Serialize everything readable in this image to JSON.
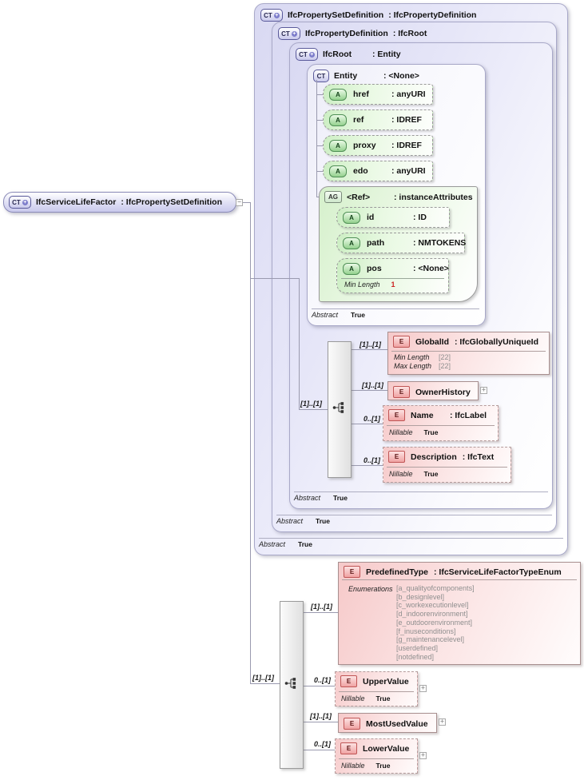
{
  "colors": {
    "lavender_fill": "#dcdcf2",
    "green_fill": "#cceec3",
    "pink_fill": "#f6c9c9",
    "connector_line": "#9a9aaf",
    "enum_text": "#8f8f8f",
    "facet_red_value": "#cc2222"
  },
  "icons": {
    "ct": "CT",
    "ct_plus": "+",
    "attribute": "A",
    "attribute_group": "AG",
    "element": "E",
    "expand": "+",
    "collapse": "−",
    "sequence_icon": "sequence"
  },
  "labels": {
    "abstract": "Abstract",
    "nillable": "Nillable",
    "enumerations": "Enumerations"
  },
  "root_box": {
    "name": "IfcServiceLifeFactor",
    "type": ": IfcPropertySetDefinition"
  },
  "ct_boxes": [
    {
      "name": "IfcPropertySetDefinition",
      "type": ": IfcPropertyDefinition",
      "abstract": "True"
    },
    {
      "name": "IfcPropertyDefinition",
      "type": ": IfcRoot",
      "abstract": "True"
    },
    {
      "name": "IfcRoot",
      "type": ": Entity",
      "abstract": "True"
    },
    {
      "name": "Entity",
      "type": ": <None>",
      "abstract": "True"
    }
  ],
  "entity_attributes": [
    {
      "name": "href",
      "type": ": anyURI"
    },
    {
      "name": "ref",
      "type": ": IDREF"
    },
    {
      "name": "proxy",
      "type": ": IDREF"
    },
    {
      "name": "edo",
      "type": ": anyURI"
    }
  ],
  "ref_group": {
    "name": "<Ref>",
    "type": ": instanceAttributes",
    "attributes": [
      {
        "name": "id",
        "type": ": ID"
      },
      {
        "name": "path",
        "type": ": NMTOKENS"
      },
      {
        "name": "pos",
        "type": ": <None>",
        "facet_label": "Min Length",
        "facet_value": "1"
      }
    ]
  },
  "root_sequence": {
    "cardinality": "[1]..[1]",
    "children": [
      {
        "name": "GlobalId",
        "type": ": IfcGloballyUniqueId",
        "cardinality": "[1]..[1]",
        "facets": [
          {
            "label": "Min Length",
            "value": "[22]"
          },
          {
            "label": "Max Length",
            "value": "[22]"
          }
        ]
      },
      {
        "name": "OwnerHistory",
        "cardinality": "[1]..[1]"
      },
      {
        "name": "Name",
        "type": ": IfcLabel",
        "cardinality": "0..[1]",
        "nillable": "True"
      },
      {
        "name": "Description",
        "type": ": IfcText",
        "cardinality": "0..[1]",
        "nillable": "True"
      }
    ]
  },
  "main_sequence": {
    "cardinality": "[1]..[1]",
    "children": [
      {
        "name": "PredefinedType",
        "type": ": IfcServiceLifeFactorTypeEnum",
        "cardinality": "[1]..[1]",
        "enumerations": [
          "[a_qualityofcomponents]",
          "[b_designlevel]",
          "[c_workexecutionlevel]",
          "[d_indoorenvironment]",
          "[e_outdoorenvironment]",
          "[f_inuseconditions]",
          "[g_maintenancelevel]",
          "[userdefined]",
          "[notdefined]"
        ]
      },
      {
        "name": "UpperValue",
        "cardinality": "0..[1]",
        "nillable": "True"
      },
      {
        "name": "MostUsedValue",
        "cardinality": "[1]..[1]"
      },
      {
        "name": "LowerValue",
        "cardinality": "0..[1]",
        "nillable": "True"
      }
    ]
  }
}
